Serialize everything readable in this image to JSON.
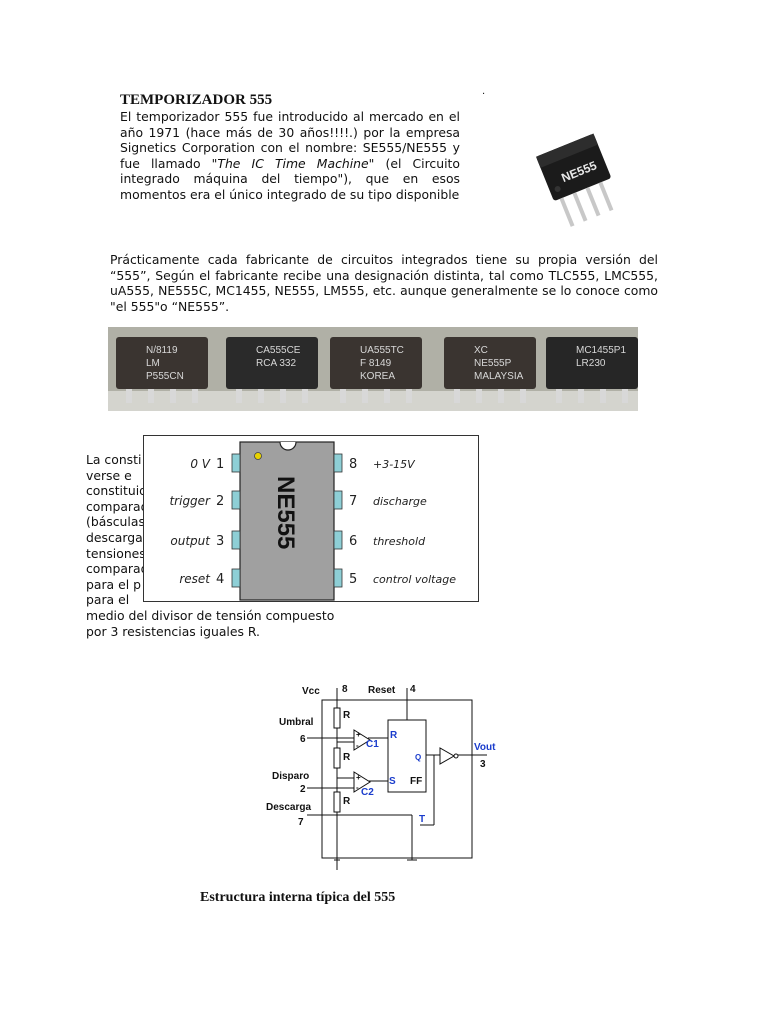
{
  "title": "TEMPORIZADOR 555",
  "mark": ".",
  "intro": {
    "before": "El temporizador 555 fue introducido al mercado en el año 1971 (hace más de 30 años!!!!.) por la empresa Signetics Corporation con el nombre: SE555/NE555 y fue llamado \"",
    "italic": "The IC Time Machine",
    "after": "\" (el Circuito integrado máquina del tiempo\"), que en esos momentos era el único integrado de su tipo disponible"
  },
  "chip_photo": {
    "marking": "NE555"
  },
  "paragraph2": "Prácticamente cada fabricante de circuitos integrados tiene su propia versión del “555”, Según el fabricante recibe una designación distinta, tal como TLC555, LMC555, uA555, NE555C, MC1455, NE555, LM555, etc. aunque generalmente se lo conoce como \"el 555\"o “NE555”.",
  "strip_chips": [
    {
      "line1": "N/8119",
      "line2": "LM",
      "line3": "P555CN"
    },
    {
      "line1": "CA555CE",
      "line2": "RCA 332",
      "line3": ""
    },
    {
      "line1": "UA555TC",
      "line2": "F 8149",
      "line3": "KOREA"
    },
    {
      "line1": "XC",
      "line2": "NE555P",
      "line3": "MALAYSIA"
    },
    {
      "line1": "MC1455P1",
      "line2": "LR230",
      "line3": ""
    }
  ],
  "paragraph3": {
    "visible_lines": [
      "La consti",
      "verse e",
      "constituid",
      "comparad",
      "(básculas",
      "descarga",
      "tensiones",
      "comparad",
      "para el p",
      "para el",
      "medio del divisor de tensión compuesto",
      "por 3 resistencias iguales R."
    ]
  },
  "pinout": {
    "chip_label": "NE555",
    "left": [
      {
        "name": "0 V",
        "num": "1"
      },
      {
        "name": "trigger",
        "num": "2"
      },
      {
        "name": "output",
        "num": "3"
      },
      {
        "name": "reset",
        "num": "4"
      }
    ],
    "right": [
      {
        "num": "8",
        "name": "+3-15V"
      },
      {
        "num": "7",
        "name": "discharge"
      },
      {
        "num": "6",
        "name": "threshold"
      },
      {
        "num": "5",
        "name": "control voltage"
      }
    ]
  },
  "schematic": {
    "vcc": "Vcc",
    "vcc_pin": "8",
    "reset": "Reset",
    "reset_pin": "4",
    "umbral": "Umbral",
    "umbral_pin": "6",
    "disparo": "Disparo",
    "disparo_pin": "2",
    "descarga": "Descarga",
    "descarga_pin": "7",
    "r": "R",
    "c1": "C1",
    "c2": "C2",
    "ff_r": "R",
    "ff_s": "S",
    "ff_q": "Q",
    "ff": "FF",
    "t": "T",
    "vout": "Vout",
    "vout_pin": "3",
    "plus": "+",
    "minus": "-"
  },
  "caption": "Estructura interna típica del 555",
  "colors": {
    "schematic_blue": "#1a3ccc",
    "pinout_chip": "#a0a0a0",
    "pin_fill": "#8ecfd6"
  }
}
